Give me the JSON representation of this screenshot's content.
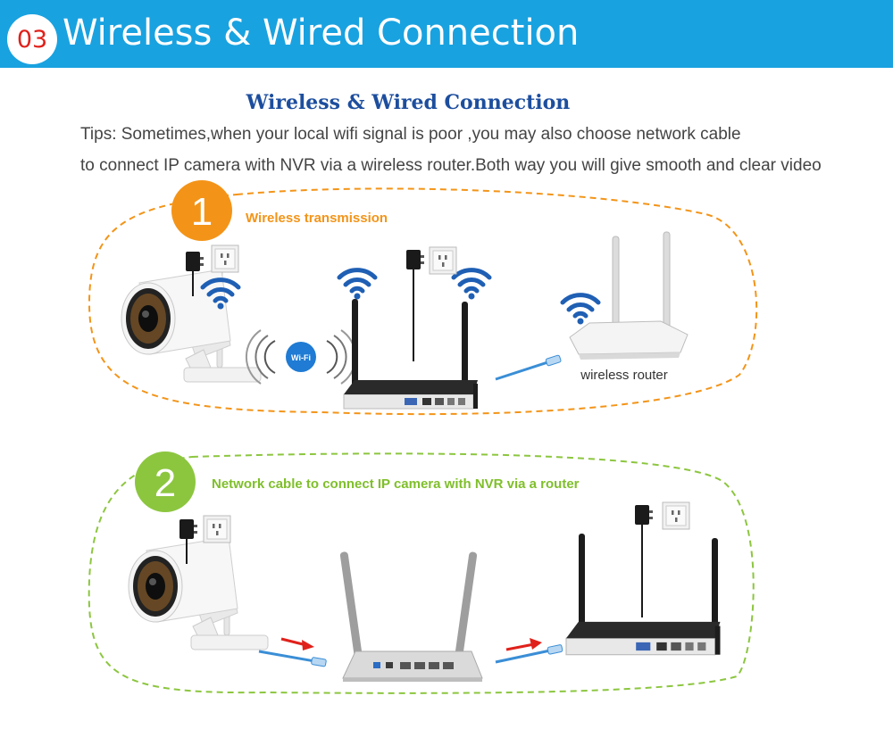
{
  "header": {
    "number": "03",
    "title": "Wireless & Wired Connection"
  },
  "subtitle": "Wireless & Wired Connection",
  "tips": {
    "line1": "Tips: Sometimes,when your local wifi signal is poor ,you may also choose network cable",
    "line2": "to connect IP camera  with NVR via a wireless router.Both way you will give smooth and clear video"
  },
  "section1": {
    "number": "1",
    "label": "Wireless transmission",
    "wifi_badge": "Wi-Fi",
    "router_label": "wireless router"
  },
  "section2": {
    "number": "2",
    "label": "Network cable to connect IP camera with NVR via a router"
  },
  "colors": {
    "banner": "#19a2e0",
    "section1_accent": "#f39418",
    "section2_accent": "#8cc63f",
    "wifi_blue": "#1f5fb4",
    "arrow_red": "#e0211b"
  }
}
